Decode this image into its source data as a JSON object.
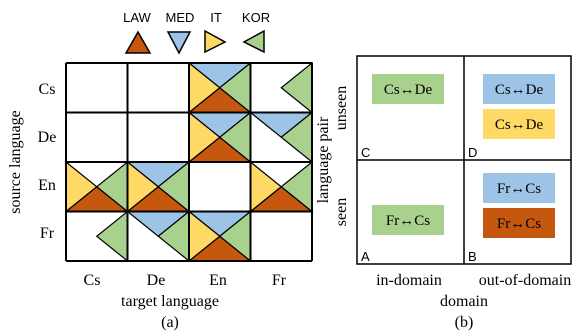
{
  "colors": {
    "law": "#C5570F",
    "med": "#9DC3E6",
    "it": "#FFD966",
    "kor": "#A9D18E",
    "stroke": "#000000"
  },
  "legend": [
    {
      "key": "law",
      "label": "LAW",
      "icon": "triangle-up"
    },
    {
      "key": "med",
      "label": "MED",
      "icon": "triangle-down"
    },
    {
      "key": "it",
      "label": "IT",
      "icon": "triangle-right"
    },
    {
      "key": "kor",
      "label": "KOR",
      "icon": "triangle-left"
    }
  ],
  "panel_a": {
    "caption": "(a)",
    "ylabel": "source language",
    "xlabel": "target language",
    "row_labels": [
      "Cs",
      "De",
      "En",
      "Fr"
    ],
    "col_labels": [
      "Cs",
      "De",
      "En",
      "Fr"
    ],
    "cells": [
      [
        [],
        [],
        [
          "law",
          "med",
          "it",
          "kor"
        ],
        [
          "kor"
        ]
      ],
      [
        [],
        [],
        [
          "law",
          "med",
          "it",
          "kor"
        ],
        [
          "med",
          "kor"
        ]
      ],
      [
        [
          "law",
          "it",
          "kor"
        ],
        [
          "law",
          "med",
          "it",
          "kor"
        ],
        [],
        [
          "law",
          "it",
          "kor"
        ]
      ],
      [
        [
          "kor"
        ],
        [
          "med",
          "kor"
        ],
        [
          "law",
          "med",
          "it",
          "kor"
        ],
        []
      ]
    ]
  },
  "panel_b": {
    "caption": "(b)",
    "ylabel": "language pair",
    "row_labels": [
      "unseen",
      "seen"
    ],
    "col_labels": [
      "in-domain",
      "out-of-domain"
    ],
    "xlabel": "domain",
    "quadrants": [
      {
        "letter": "C",
        "boxes": [
          {
            "text": "Cs↔De",
            "color": "kor"
          }
        ]
      },
      {
        "letter": "D",
        "boxes": [
          {
            "text": "Cs↔De",
            "color": "med"
          },
          {
            "text": "Cs↔De",
            "color": "it"
          }
        ]
      },
      {
        "letter": "A",
        "boxes": [
          {
            "text": "Fr↔Cs",
            "color": "kor"
          }
        ]
      },
      {
        "letter": "B",
        "boxes": [
          {
            "text": "Fr↔Cs",
            "color": "med"
          },
          {
            "text": "Fr↔Cs",
            "color": "law"
          }
        ]
      }
    ]
  }
}
